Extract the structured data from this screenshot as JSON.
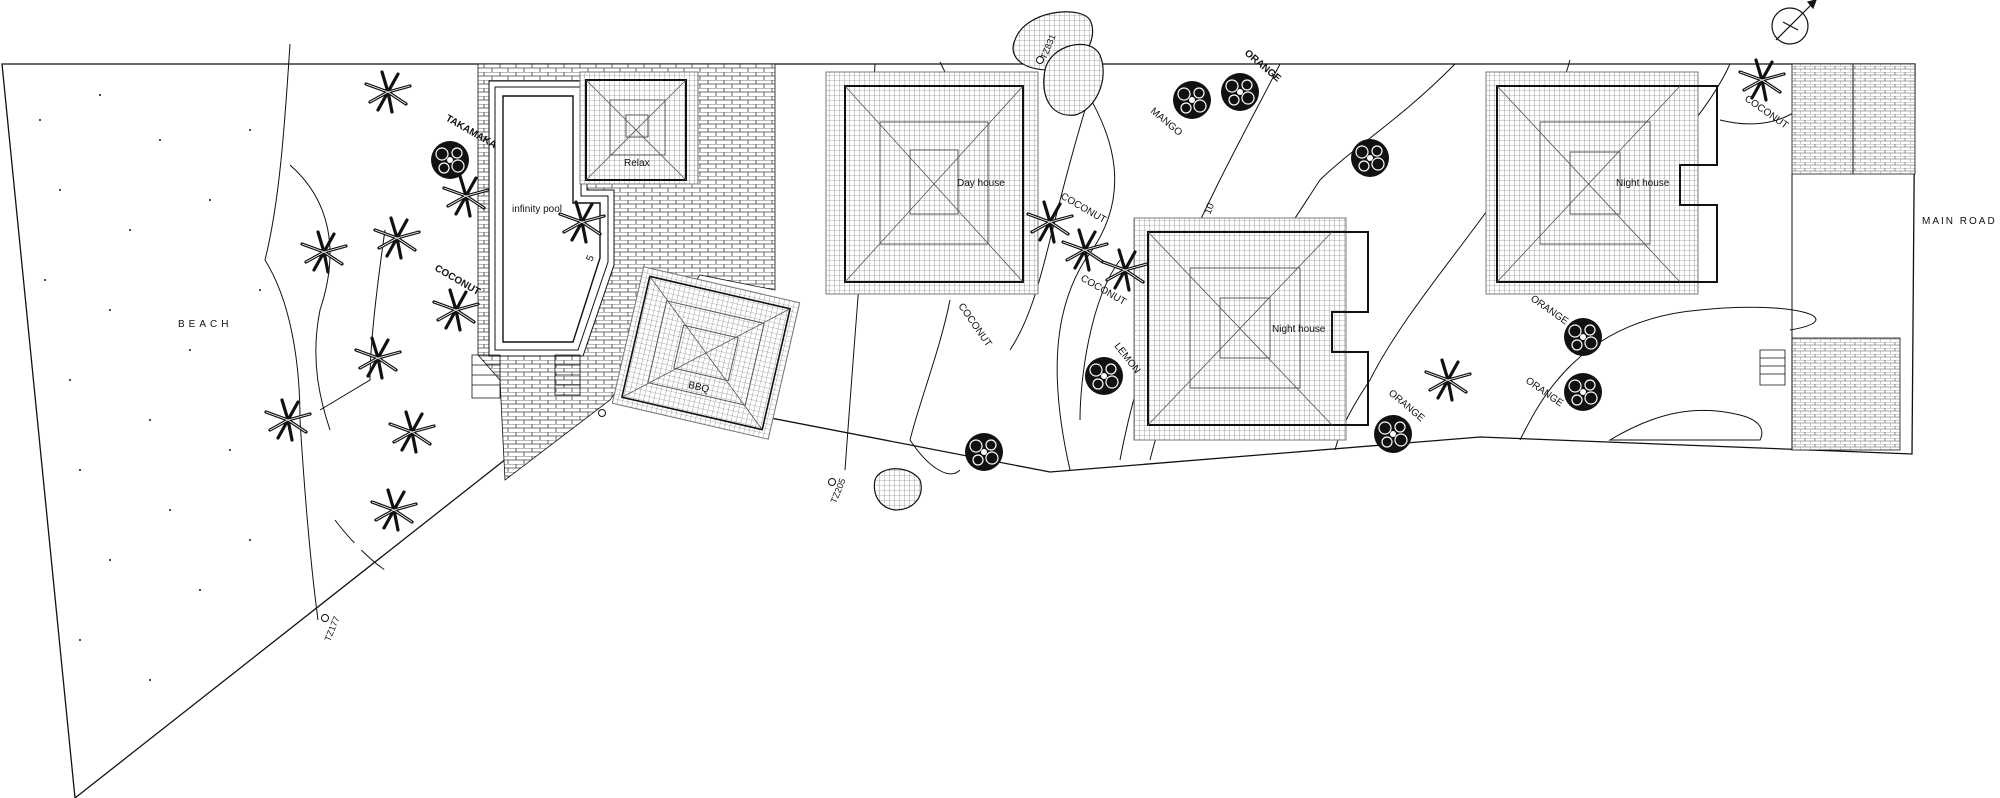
{
  "labels": {
    "beach": "BEACH",
    "main_road": "MAIN ROAD",
    "infinity_pool": "infinity pool",
    "relax": "Relax",
    "bbq": "BBQ",
    "day_house": "Day house",
    "night_house_1": "Night house",
    "night_house_2": "Night house"
  },
  "vegetation": {
    "takamaka": "TAKAMAKA",
    "coconut_pool": "COCONUT",
    "coconut_mid_1": "COCONUT",
    "coconut_mid_2": "COCONUT",
    "coconut_mid_3": "COCONUT",
    "coconut_road": "COCONUT",
    "mango": "MANGO",
    "orange_top": "ORANGE",
    "orange_mid": "ORANGE",
    "orange_right_1": "ORANGE",
    "orange_right_2": "ORANGE",
    "lemon": "LEMON"
  },
  "survey_points": {
    "tz177": "TZ177",
    "tz205": "TZ205",
    "tz831": "TZ831",
    "contour_10": "10",
    "contour_5": "5"
  },
  "colors": {
    "line": "#111111",
    "hatch": "#555555",
    "paper": "#ffffff"
  }
}
